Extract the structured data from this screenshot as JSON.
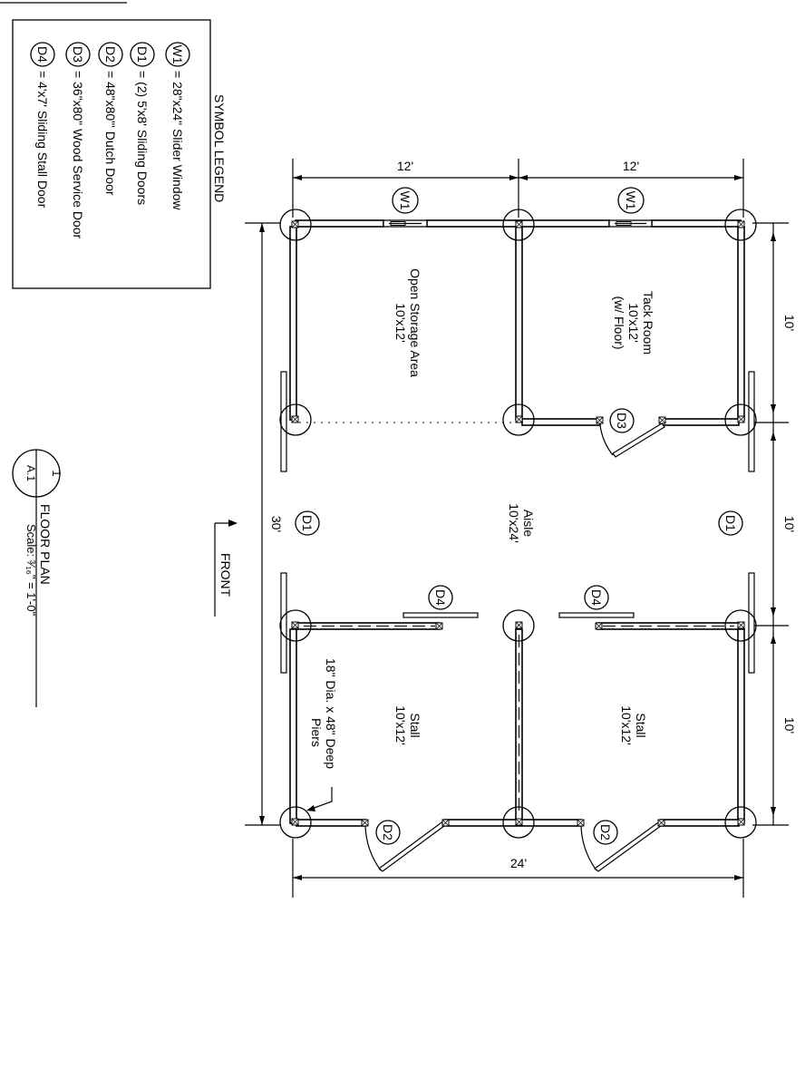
{
  "legend": {
    "title": "SYMBOL LEGEND",
    "items": [
      {
        "tag": "W1",
        "text": "= 28\"x24\" Slider Window"
      },
      {
        "tag": "D1",
        "text": "= (2) 5'x8' Sliding Doors"
      },
      {
        "tag": "D2",
        "text": "= 48\"x80\"' Dutch Door"
      },
      {
        "tag": "D3",
        "text": "= 36\"x80\" Wood Service Door"
      },
      {
        "tag": "D4",
        "text": "= 4'x7' Sliding Stall Door"
      }
    ]
  },
  "title_block": {
    "number": "1",
    "sheet": "A.1",
    "title": "FLOOR PLAN",
    "scale": "Scale: ³⁄₁₆\" = 1'-0\""
  },
  "front_label": "FRONT",
  "dimensions": {
    "top_left": "12'",
    "top_right": "12'",
    "right_1": "10'",
    "right_2": "10'",
    "right_3": "10'",
    "left_overall": "30'",
    "bottom_overall": "24'"
  },
  "rooms": {
    "tack": {
      "line1": "Tack Room",
      "line2": "10'x12'",
      "line3": "(w/ Floor)"
    },
    "storage": {
      "line1": "Open Storage Area",
      "line2": "10'x12'"
    },
    "aisle": {
      "line1": "Aisle",
      "line2": "10'x24'"
    },
    "stall_left": {
      "line1": "Stall",
      "line2": "10'x12'"
    },
    "stall_right": {
      "line1": "Stall",
      "line2": "10'x12'"
    }
  },
  "pier_note": {
    "line1": "18\" Dia. x 48\" Deep",
    "line2": "Piers"
  },
  "tags": {
    "w1": "W1",
    "d1": "D1",
    "d2": "D2",
    "d3": "D3",
    "d4": "D4"
  }
}
